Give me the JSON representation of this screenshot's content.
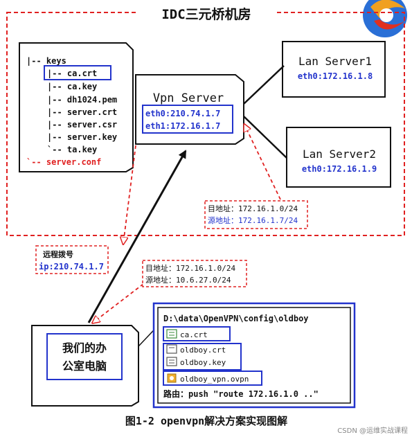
{
  "title": "IDC三元桥机房",
  "tree": {
    "root": "|-- keys",
    "lines": [
      "|-- ca.crt",
      "|-- ca.key",
      "|-- dh1024.pem",
      "|-- server.crt",
      "|-- server.csr",
      "|-- server.key",
      "`-- ta.key"
    ],
    "footer": "`-- server.conf",
    "colors": {
      "footer": "#e02020",
      "highlight": "#2233cc"
    }
  },
  "vpn_server": {
    "title": "Vpn Server",
    "eth0": "eth0:210.74.1.7",
    "eth1": "eth1:172.16.1.7"
  },
  "lan1": {
    "title": "Lan Server1",
    "ip": "eth0:172.16.1.8"
  },
  "lan2": {
    "title": "Lan Server2",
    "ip": "eth0:172.16.1.9"
  },
  "route_inner": {
    "dest": "目地址：172.16.1.0/24",
    "src": "源地址：172.16.1.7/24"
  },
  "remote_dial": {
    "label": "远程拨号",
    "ip": "ip:210.74.1.7"
  },
  "route_outer": {
    "dest": "目地址：172.16.1.0/24",
    "src": "源地址：10.6.27.0/24"
  },
  "office_pc": {
    "line1": "我们的办",
    "line2": "公室电脑"
  },
  "client_config": {
    "path": "D:\\data\\OpenVPN\\config\\oldboy",
    "files": [
      "ca.crt",
      "oldboy.crt",
      "oldboy.key",
      "oldboy_vpn.ovpn"
    ],
    "route": "路由：push \"route 172.16.1.0 ..\""
  },
  "caption": "图1-2 openvpn解决方案实现图解",
  "watermark": "CSDN @运维实战课程",
  "colors": {
    "red": "#e02020",
    "blue": "#2233cc",
    "black": "#111111"
  }
}
